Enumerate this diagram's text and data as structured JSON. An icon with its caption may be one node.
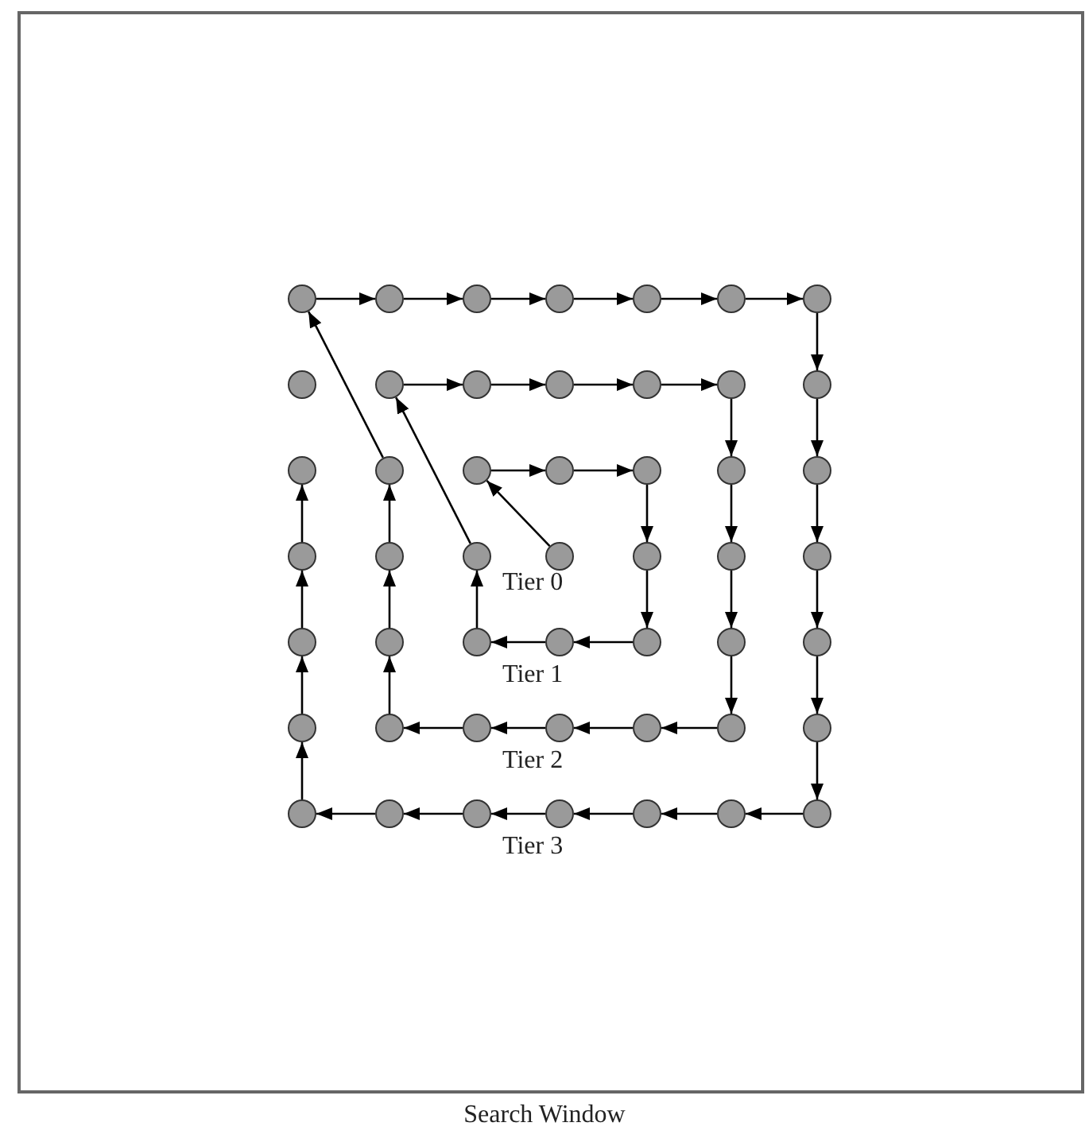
{
  "diagram": {
    "caption": "Search Window",
    "nodes": [
      {
        "text": [],
        "shape": "circle"
      },
      {
        "text": [],
        "shape": "circle"
      },
      {
        "text": [],
        "shape": "circle"
      },
      {
        "text": [],
        "shape": "circle"
      },
      {
        "text": [],
        "shape": "circle"
      },
      {
        "text": [],
        "shape": "circle"
      },
      {
        "text": [],
        "shape": "circle"
      },
      {
        "text": [],
        "shape": "circle"
      },
      {
        "text": [],
        "shape": "circle"
      },
      {
        "text": [],
        "shape": "circle"
      },
      {
        "text": [],
        "shape": "circle"
      },
      {
        "text": [],
        "shape": "circle"
      },
      {
        "text": [],
        "shape": "circle"
      },
      {
        "text": [],
        "shape": "circle"
      },
      {
        "text": [],
        "shape": "circle"
      },
      {
        "text": [],
        "shape": "circle"
      },
      {
        "text": [],
        "shape": "circle"
      },
      {
        "text": [],
        "shape": "circle"
      },
      {
        "text": [],
        "shape": "circle"
      },
      {
        "text": [],
        "shape": "circle"
      },
      {
        "text": [],
        "shape": "circle"
      },
      {
        "text": [],
        "shape": "circle"
      },
      {
        "text": [],
        "shape": "circle"
      },
      {
        "text": [],
        "shape": "circle"
      },
      {
        "text": [],
        "shape": "circle"
      },
      {
        "text": [],
        "shape": "circle"
      },
      {
        "text": [],
        "shape": "circle"
      },
      {
        "text": [],
        "shape": "circle"
      },
      {
        "text": [],
        "shape": "circle"
      },
      {
        "text": [],
        "shape": "circle"
      },
      {
        "text": [],
        "shape": "circle"
      },
      {
        "text": [],
        "shape": "circle"
      },
      {
        "text": [],
        "shape": "circle"
      },
      {
        "text": [],
        "shape": "circle"
      },
      {
        "text": [],
        "shape": "circle"
      },
      {
        "text": [],
        "shape": "circle"
      },
      {
        "text": [],
        "shape": "circle"
      },
      {
        "text": [],
        "shape": "circle"
      },
      {
        "text": [],
        "shape": "circle"
      },
      {
        "text": [],
        "shape": "circle"
      },
      {
        "text": [],
        "shape": "circle"
      },
      {
        "text": [],
        "shape": "circle"
      },
      {
        "text": [],
        "shape": "circle"
      },
      {
        "text": [],
        "shape": "circle"
      },
      {
        "text": [],
        "shape": "circle"
      },
      {
        "text": [],
        "shape": "circle"
      },
      {
        "text": [],
        "shape": "circle"
      },
      {
        "text": [],
        "shape": "circle"
      },
      {
        "text": [],
        "shape": "circle"
      }
    ],
    "edges": [
      {
        "from": 24,
        "to": 16,
        "arrow": "to"
      },
      {
        "from": 16,
        "to": 17,
        "arrow": "to"
      },
      {
        "from": 17,
        "to": 18,
        "arrow": "to"
      },
      {
        "from": 18,
        "to": 25,
        "arrow": "to"
      },
      {
        "from": 25,
        "to": 32,
        "arrow": "to"
      },
      {
        "from": 32,
        "to": 31,
        "arrow": "to"
      },
      {
        "from": 31,
        "to": 30,
        "arrow": "to"
      },
      {
        "from": 30,
        "to": 23,
        "arrow": "to"
      },
      {
        "from": 23,
        "to": 8,
        "arrow": "to"
      },
      {
        "from": 8,
        "to": 9,
        "arrow": "to"
      },
      {
        "from": 9,
        "to": 10,
        "arrow": "to"
      },
      {
        "from": 10,
        "to": 11,
        "arrow": "to"
      },
      {
        "from": 11,
        "to": 12,
        "arrow": "to"
      },
      {
        "from": 12,
        "to": 19,
        "arrow": "to"
      },
      {
        "from": 19,
        "to": 26,
        "arrow": "to"
      },
      {
        "from": 26,
        "to": 33,
        "arrow": "to"
      },
      {
        "from": 33,
        "to": 40,
        "arrow": "to"
      },
      {
        "from": 40,
        "to": 39,
        "arrow": "to"
      },
      {
        "from": 39,
        "to": 38,
        "arrow": "to"
      },
      {
        "from": 38,
        "to": 37,
        "arrow": "to"
      },
      {
        "from": 37,
        "to": 36,
        "arrow": "to"
      },
      {
        "from": 36,
        "to": 29,
        "arrow": "to"
      },
      {
        "from": 29,
        "to": 22,
        "arrow": "to"
      },
      {
        "from": 22,
        "to": 15,
        "arrow": "to"
      },
      {
        "from": 15,
        "to": 0,
        "arrow": "to"
      },
      {
        "from": 0,
        "to": 1,
        "arrow": "to"
      },
      {
        "from": 1,
        "to": 2,
        "arrow": "to"
      },
      {
        "from": 2,
        "to": 3,
        "arrow": "to"
      },
      {
        "from": 3,
        "to": 4,
        "arrow": "to"
      },
      {
        "from": 4,
        "to": 5,
        "arrow": "to"
      },
      {
        "from": 5,
        "to": 6,
        "arrow": "to"
      },
      {
        "from": 6,
        "to": 13,
        "arrow": "to"
      },
      {
        "from": 13,
        "to": 20,
        "arrow": "to"
      },
      {
        "from": 20,
        "to": 27,
        "arrow": "to"
      },
      {
        "from": 27,
        "to": 34,
        "arrow": "to"
      },
      {
        "from": 34,
        "to": 41,
        "arrow": "to"
      },
      {
        "from": 41,
        "to": 48,
        "arrow": "to"
      },
      {
        "from": 48,
        "to": 47,
        "arrow": "to"
      },
      {
        "from": 47,
        "to": 46,
        "arrow": "to"
      },
      {
        "from": 46,
        "to": 45,
        "arrow": "to"
      },
      {
        "from": 45,
        "to": 44,
        "arrow": "to"
      },
      {
        "from": 44,
        "to": 43,
        "arrow": "to"
      },
      {
        "from": 43,
        "to": 42,
        "arrow": "to"
      },
      {
        "from": 42,
        "to": 35,
        "arrow": "to"
      },
      {
        "from": 35,
        "to": 28,
        "arrow": "to"
      },
      {
        "from": 28,
        "to": 21,
        "arrow": "to"
      },
      {
        "from": 21,
        "to": 14,
        "arrow": "to"
      }
    ],
    "labels": [
      "Tier 0",
      "Tier 1",
      "Tier 2",
      "Tier 3"
    ]
  }
}
